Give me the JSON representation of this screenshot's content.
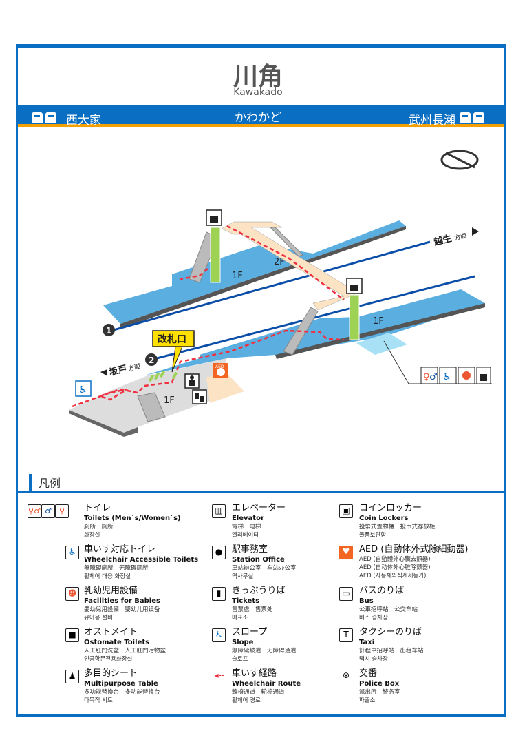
{
  "header": {
    "station_name": "川角",
    "romaji": "Kawakado",
    "kana": "かわかど",
    "prev_station": "西大家",
    "next_station": "武州長瀬"
  },
  "map": {
    "floor_labels": [
      "2F",
      "1F",
      "1F",
      "1F"
    ],
    "platforms": [
      "1",
      "2"
    ],
    "direction_up": "越生",
    "direction_down": "坂戸",
    "direction_suffix": "方面",
    "gate_label": "改札口",
    "aed_label": "AED"
  },
  "legend": {
    "title": "凡例",
    "items": [
      {
        "icon": "toilet-icon",
        "ja": "トイレ",
        "en": "Toilets (Men`s/Women`s)",
        "sub1": "廁所　厕所",
        "sub2": "화장실"
      },
      {
        "icon": "wheelchair-toilet-icon",
        "ja": "車いす対応トイレ",
        "en": "Wheelchair Accessible Toilets",
        "sub1": "無障礙廁所　无障碍厕所",
        "sub2": "휠체어 대응 화장실"
      },
      {
        "icon": "baby-icon",
        "ja": "乳幼児用設備",
        "en": "Facilities for Babies",
        "sub1": "嬰幼兒用設備　婴幼儿用设备",
        "sub2": "유아용 설비"
      },
      {
        "icon": "ostomate-icon",
        "ja": "オストメイト",
        "en": "Ostomate Toilets",
        "sub1": "人工肛門洗盆　人工肛門污物盆",
        "sub2": "인공항문전용화장실"
      },
      {
        "icon": "multipurpose-table-icon",
        "ja": "多目的シート",
        "en": "Multipurpose Table",
        "sub1": "多功能替換台　多功能替换台",
        "sub2": "다목적 시트"
      },
      {
        "icon": "elevator-icon",
        "ja": "エレベーター",
        "en": "Elevator",
        "sub1": "電梯　电梯",
        "sub2": "엘리베이터"
      },
      {
        "icon": "station-office-icon",
        "ja": "駅事務室",
        "en": "Station Office",
        "sub1": "車站辦公室　车站办公室",
        "sub2": "역사무실"
      },
      {
        "icon": "tickets-icon",
        "ja": "きっぷうりば",
        "en": "Tickets",
        "sub1": "售票處　售票处",
        "sub2": "매표소"
      },
      {
        "icon": "slope-icon",
        "ja": "スロープ",
        "en": "Slope",
        "sub1": "無障礙坡道　无障碍通道",
        "sub2": "슬로프"
      },
      {
        "icon": "wheelchair-route-icon",
        "ja": "車いす経路",
        "en": "Wheelchair Route",
        "sub1": "輪椅通道　轮椅通道",
        "sub2": "휠체어 경로"
      },
      {
        "icon": "coin-locker-icon",
        "ja": "コインロッカー",
        "en": "Coin Lockers",
        "sub1": "投幣式置物櫃　投币式存放柜",
        "sub2": "물품보관함"
      },
      {
        "icon": "aed-icon",
        "ja": "AED (自動体外式除細動器)",
        "en": "",
        "sub1": "AED (自動體外心臟去顫器)",
        "sub2": "AED (自动体外心脏除颤器)",
        "sub3": "AED (자동체외식제세동기)"
      },
      {
        "icon": "bus-icon",
        "ja": "バスのりば",
        "en": "Bus",
        "sub1": "公車招呼站　公交车站",
        "sub2": "버스 승차장"
      },
      {
        "icon": "taxi-icon",
        "ja": "タクシーのりば",
        "en": "Taxi",
        "sub1": "計程車招呼站　出租车站",
        "sub2": "택시 승차장"
      },
      {
        "icon": "police-box-icon",
        "ja": "交番",
        "en": "Police Box",
        "sub1": "派出所　警务室",
        "sub2": "파출소"
      }
    ]
  },
  "colors": {
    "brand": "#0a6fc2",
    "accent": "#f5a000",
    "platform": "#5aaee0",
    "bridge": "#fbe3c4",
    "route": "#f03040",
    "elevator": "#9ed254",
    "aed": "#f26522",
    "gate": "#ffe000"
  }
}
